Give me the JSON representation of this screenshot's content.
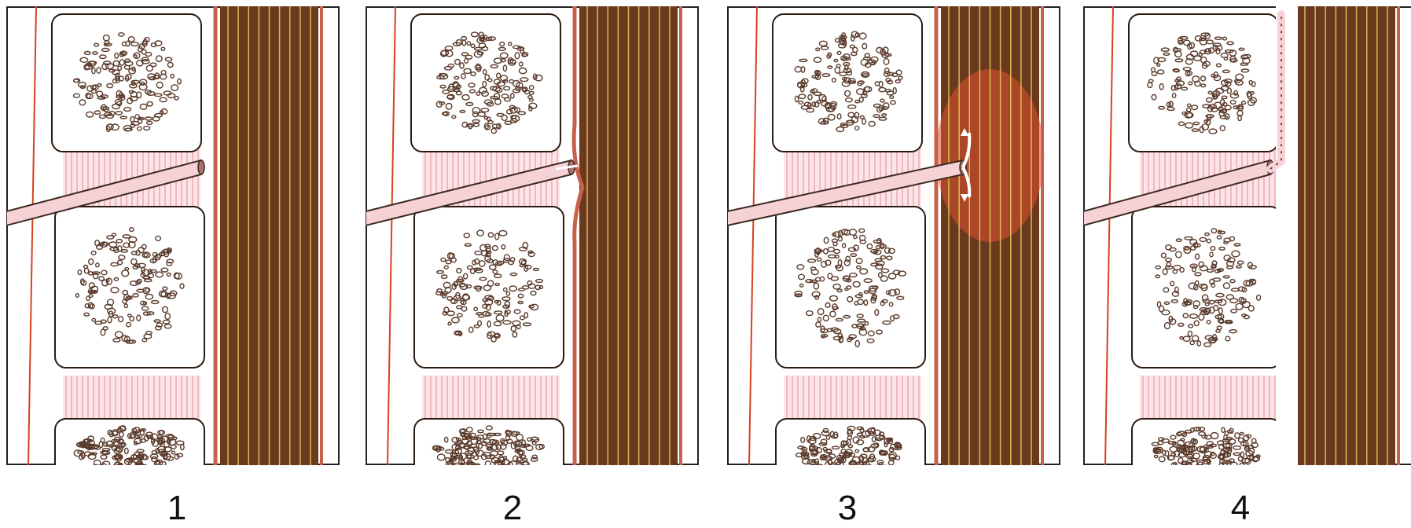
{
  "panels": [
    {
      "label": "1",
      "stage": "needle-at-dura"
    },
    {
      "label": "2",
      "stage": "needle-tents-dura"
    },
    {
      "label": "3",
      "stage": "needle-in-subarachnoid-space-csf-flow"
    },
    {
      "label": "4",
      "stage": "catheter-in-epidural-space"
    }
  ],
  "colors": {
    "disc_stripe": "#f0b8c0",
    "disc_fill": "#fce4e8",
    "bone_outline": "#2a1a10",
    "cord": "#6b3a1e",
    "cord_lines": "#e8d060",
    "dura": "#c8604a",
    "needle": "#f6d2d6",
    "csf_blush": "#e05030",
    "skin_line": "#d84020"
  }
}
